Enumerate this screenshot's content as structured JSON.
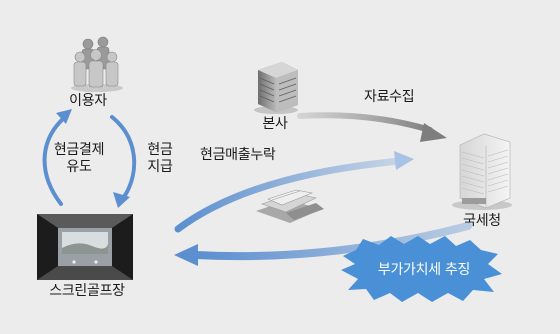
{
  "nodes": {
    "user": {
      "label": "이용자",
      "icon": "people-icon"
    },
    "hq": {
      "label": "본사",
      "icon": "office-building-icon"
    },
    "tax_office": {
      "label": "국세청",
      "icon": "government-building-icon"
    },
    "golf": {
      "label": "스크린골프장",
      "icon": "screen-golf-room-icon"
    }
  },
  "edges": {
    "cash_induce": {
      "label_line1": "현금결제",
      "label_line2": "유도"
    },
    "cash_pay": {
      "label_line1": "현금",
      "label_line2": "지급"
    },
    "collect": {
      "label": "자료수집"
    },
    "omission": {
      "label": "현금매출누락",
      "icon": "money-documents-icon"
    }
  },
  "burst": {
    "label": "부가가치세 추징"
  },
  "colors": {
    "background": "#ececec",
    "blue_arrow": "#5b8fcf",
    "gray_arrow": "#8c8c8c",
    "burst_fill": "#4a90d6",
    "burst_text": "#ffffff"
  }
}
